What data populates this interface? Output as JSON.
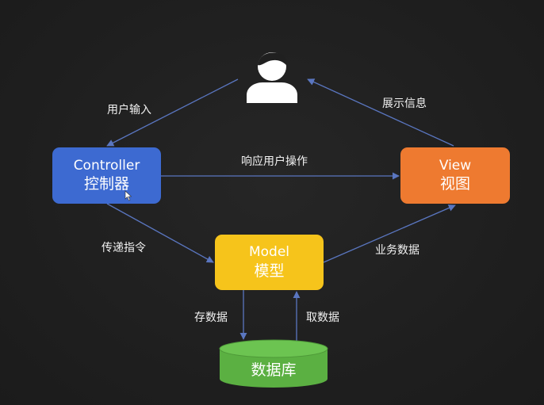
{
  "nodes": {
    "controller": {
      "en": "Controller",
      "zh": "控制器"
    },
    "view": {
      "en": "View",
      "zh": "视图"
    },
    "model": {
      "en": "Model",
      "zh": "模型"
    },
    "database": {
      "label": "数据库"
    },
    "user": {
      "icon": "user-icon"
    }
  },
  "edges": {
    "user_input": "用户输入",
    "show_info": "展示信息",
    "respond_user_action": "响应用户操作",
    "pass_instruction": "传递指令",
    "business_data": "业务数据",
    "store_data": "存数据",
    "fetch_data": "取数据"
  },
  "colors": {
    "controller": "#3d6ad1",
    "view": "#ee7a30",
    "model": "#f6c41b",
    "database": "#5bb042",
    "arrow": "#5a76c0",
    "background": "#202020"
  }
}
